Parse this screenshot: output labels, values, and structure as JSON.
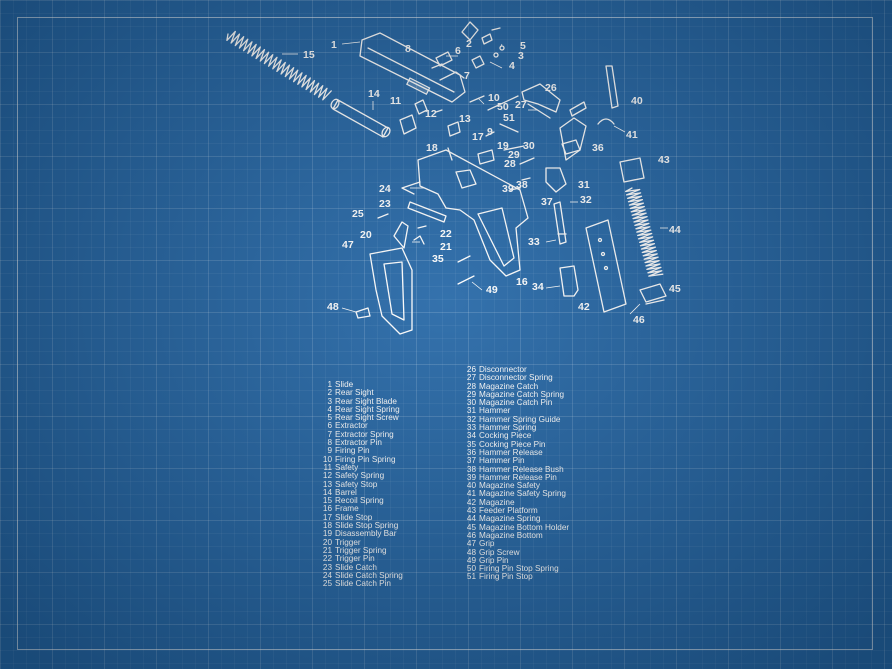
{
  "diagram": {
    "callouts": [
      "1",
      "2",
      "3",
      "4",
      "5",
      "6",
      "7",
      "8",
      "9",
      "10",
      "11",
      "12",
      "13",
      "14",
      "15",
      "16",
      "17",
      "18",
      "19",
      "20",
      "21",
      "22",
      "23",
      "24",
      "25",
      "26",
      "27",
      "28",
      "29",
      "30",
      "31",
      "32",
      "33",
      "34",
      "35",
      "36",
      "37",
      "38",
      "39",
      "40",
      "41",
      "42",
      "43",
      "44",
      "45",
      "46",
      "47",
      "48",
      "49",
      "50",
      "51"
    ]
  },
  "legend": {
    "left": [
      {
        "n": "1",
        "name": "Slide"
      },
      {
        "n": "2",
        "name": "Rear Sight"
      },
      {
        "n": "3",
        "name": "Rear Sight Blade"
      },
      {
        "n": "4",
        "name": "Rear Sight Spring"
      },
      {
        "n": "5",
        "name": "Rear Sight Screw"
      },
      {
        "n": "6",
        "name": "Extractor"
      },
      {
        "n": "7",
        "name": "Extractor Spring"
      },
      {
        "n": "8",
        "name": "Extractor Pin"
      },
      {
        "n": "9",
        "name": "Firing Pin"
      },
      {
        "n": "10",
        "name": "Firing Pin Spring"
      },
      {
        "n": "11",
        "name": "Safety"
      },
      {
        "n": "12",
        "name": "Safety Spring"
      },
      {
        "n": "13",
        "name": "Safety Stop"
      },
      {
        "n": "14",
        "name": "Barrel"
      },
      {
        "n": "15",
        "name": "Recoil Spring"
      },
      {
        "n": "16",
        "name": "Frame"
      },
      {
        "n": "17",
        "name": "Slide Stop"
      },
      {
        "n": "18",
        "name": "Slide Stop Spring"
      },
      {
        "n": "19",
        "name": "Disassembly Bar"
      },
      {
        "n": "20",
        "name": "Trigger"
      },
      {
        "n": "21",
        "name": "Trigger Spring"
      },
      {
        "n": "22",
        "name": "Trigger Pin"
      },
      {
        "n": "23",
        "name": "Slide Catch"
      },
      {
        "n": "24",
        "name": "Slide Catch Spring"
      },
      {
        "n": "25",
        "name": "Slide Catch Pin"
      }
    ],
    "right": [
      {
        "n": "26",
        "name": "Disconnector"
      },
      {
        "n": "27",
        "name": "Disconnector Spring"
      },
      {
        "n": "28",
        "name": "Magazine Catch"
      },
      {
        "n": "29",
        "name": "Magazine Catch Spring"
      },
      {
        "n": "30",
        "name": "Magazine Catch Pin"
      },
      {
        "n": "31",
        "name": "Hammer"
      },
      {
        "n": "32",
        "name": "Hammer Spring Guide"
      },
      {
        "n": "33",
        "name": "Hammer Spring"
      },
      {
        "n": "34",
        "name": "Cocking Piece"
      },
      {
        "n": "35",
        "name": "Cocking Piece Pin"
      },
      {
        "n": "36",
        "name": "Hammer Release"
      },
      {
        "n": "37",
        "name": "Hammer Pin"
      },
      {
        "n": "38",
        "name": "Hammer Release Bush"
      },
      {
        "n": "39",
        "name": "Hammer Release Pin"
      },
      {
        "n": "40",
        "name": "Magazine Safety"
      },
      {
        "n": "41",
        "name": "Magazine Safety Spring"
      },
      {
        "n": "42",
        "name": "Magazine"
      },
      {
        "n": "43",
        "name": "Feeder Platform"
      },
      {
        "n": "44",
        "name": "Magazine Spring"
      },
      {
        "n": "45",
        "name": "Magazine Bottom Holder"
      },
      {
        "n": "46",
        "name": "Magazine Bottom"
      },
      {
        "n": "47",
        "name": "Grip"
      },
      {
        "n": "48",
        "name": "Grip Screw"
      },
      {
        "n": "49",
        "name": "Grip Pin"
      },
      {
        "n": "50",
        "name": "Firing Pin Stop Spring"
      },
      {
        "n": "51",
        "name": "Firing Pin Stop"
      }
    ]
  }
}
